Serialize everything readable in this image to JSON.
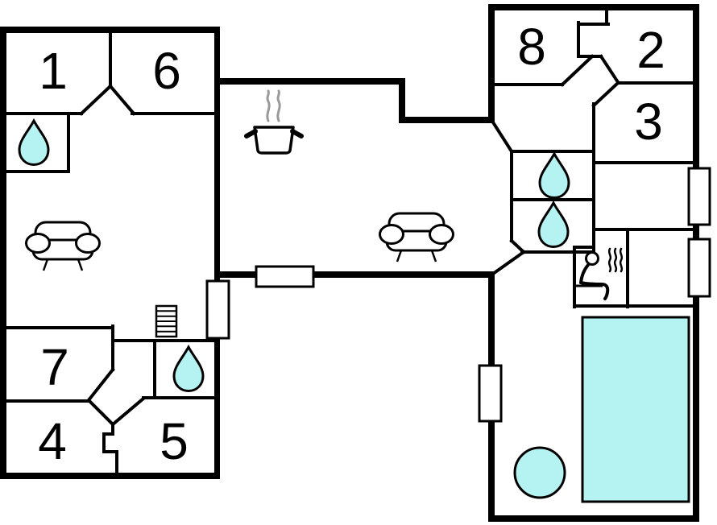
{
  "page": {
    "type": "floor-plan",
    "description": "holiday home floor plan with two buildings connected by a corridor"
  },
  "colors": {
    "wall": "#000000",
    "background": "#ffffff",
    "water": "#b5f2f2",
    "steam": "#9a9a9a"
  },
  "rooms": [
    {
      "label": "1"
    },
    {
      "label": "6"
    },
    {
      "label": "8"
    },
    {
      "label": "2"
    },
    {
      "label": "3"
    },
    {
      "label": "7"
    },
    {
      "label": "4"
    },
    {
      "label": "5"
    }
  ],
  "icons": [
    {
      "name": "water-drop-icon",
      "area": "bathroom-top-left"
    },
    {
      "name": "sofa-icon",
      "area": "left-living-room"
    },
    {
      "name": "stairs-icon",
      "area": "left-hallway"
    },
    {
      "name": "water-drop-icon",
      "area": "bathroom-bottom-left"
    },
    {
      "name": "cooking-pot-icon",
      "area": "kitchen"
    },
    {
      "name": "steam-icon",
      "area": "kitchen"
    },
    {
      "name": "sofa-icon",
      "area": "corridor-living-area"
    },
    {
      "name": "water-drop-icon",
      "area": "bathroom-right-upper"
    },
    {
      "name": "water-drop-icon",
      "area": "bathroom-right-lower"
    },
    {
      "name": "sauna-icon",
      "area": "sauna-room"
    },
    {
      "name": "pool-icon",
      "area": "pool-room"
    },
    {
      "name": "round-table-icon",
      "area": "pool-room"
    },
    {
      "name": "window-icon",
      "area": "walls",
      "count": 5
    }
  ]
}
